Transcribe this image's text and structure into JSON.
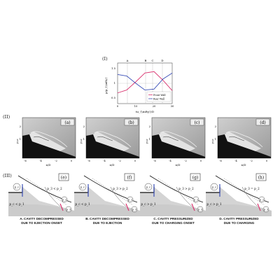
{
  "rows": {
    "row1": "(I)",
    "row2": "(II)",
    "row3": "(III)"
  },
  "top_plot": {
    "y_label": "p/p_{\\infty}",
    "x_label": "tu_{\\infty}/D",
    "y_ticks": [
      "1.5",
      "1",
      "0.5"
    ],
    "x_ticks": [
      "0",
      "10",
      "20",
      "30"
    ],
    "markers": [
      "A",
      "B",
      "C",
      "D"
    ],
    "legend": [
      "Front Wall",
      "Rear Wall"
    ],
    "colors": {
      "front": "#d9336f",
      "rear": "#3a4fb8"
    },
    "series": [
      {
        "name": "Front Wall",
        "x": [
          0,
          5,
          10,
          15,
          20,
          25,
          30
        ],
        "y": [
          0.62,
          0.72,
          1.0,
          1.3,
          1.35,
          1.05,
          0.7
        ]
      },
      {
        "name": "Rear Wall",
        "x": [
          0,
          5,
          10,
          15,
          20,
          25,
          30
        ],
        "y": [
          1.25,
          1.2,
          0.95,
          0.72,
          0.75,
          1.1,
          1.3
        ]
      }
    ]
  },
  "frames": [
    {
      "label": "(a)",
      "y_axis": "y/D",
      "x_axis": "x/D",
      "y_ticks": [
        "2",
        "1"
      ],
      "x_ticks": [
        "-6",
        "-4",
        "-2",
        "0"
      ]
    },
    {
      "label": "(b)",
      "y_axis": "y/D",
      "x_axis": "x/D",
      "y_ticks": [
        "2",
        "1"
      ],
      "x_ticks": [
        "-6",
        "-4",
        "-2",
        "0"
      ]
    },
    {
      "label": "(c)",
      "y_axis": "y/D",
      "x_axis": "x/D",
      "y_ticks": [
        "2",
        "1"
      ],
      "x_ticks": [
        "-6",
        "-4",
        "-2",
        "0"
      ]
    },
    {
      "label": "(d)",
      "y_axis": "y/D",
      "x_axis": "x/D",
      "y_ticks": [
        "2",
        "1"
      ],
      "x_ticks": [
        "-6",
        "-4",
        "-2",
        "0"
      ]
    }
  ],
  "schematics": [
    {
      "tag": "(e)",
      "rel": "p_3 < p_2",
      "cav": "p_c",
      "low": "p_c < p_1",
      "out": "p_2",
      "tip": "p_3",
      "caption_1": "A. CAVITY DECOMPRESSED",
      "caption_2": "DUE TO EJECTION ONSET"
    },
    {
      "tag": "(f)",
      "rel": "p_3 > p_2",
      "cav": "p_c",
      "low": "p_c < p_1",
      "out": "p_2",
      "tip": "p_3",
      "caption_1": "B. CAVITY DECOMPRESSED",
      "caption_2": "DUE TO EJECTION"
    },
    {
      "tag": "(g)",
      "rel": "p_3 > p_2",
      "cav": "p_c",
      "low": "p_c > p_1",
      "out": "p_2",
      "tip": "p_3",
      "caption_1": "C. CAVITY PRESSURIZED",
      "caption_2": "DUE TO CHARGING ONSET"
    },
    {
      "tag": "(h)",
      "rel": "p_3 = p_2",
      "cav": "p_c",
      "low": "p_c > p_1",
      "out": "p_2",
      "tip": "p_3",
      "caption_1": "D. CAVITY PRESSURIZED",
      "caption_2": "DUE TO CHARGING"
    }
  ]
}
